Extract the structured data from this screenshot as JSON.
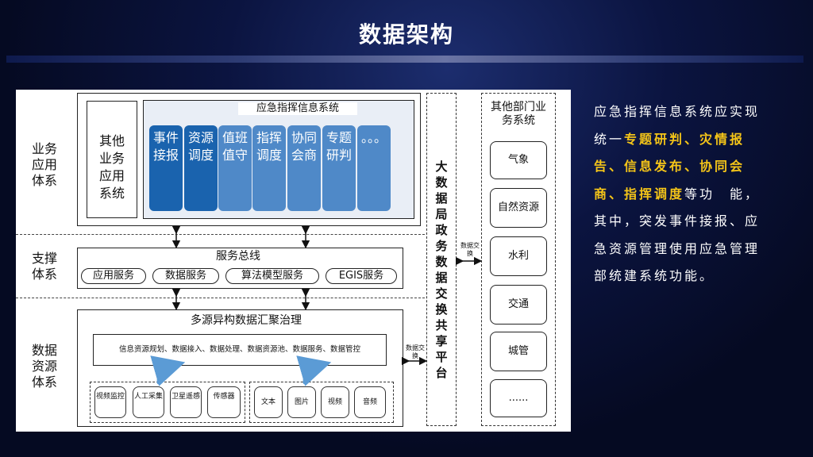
{
  "title": "数据架构",
  "diagram": {
    "layers": {
      "business": "业务应用体系",
      "support": "支撑体系",
      "data": "数据资源体系"
    },
    "other_business": "其他业务应用系统",
    "command_system": "应急指挥信息系统",
    "modules": [
      "事件接报",
      "资源调度",
      "值班值守",
      "指挥调度",
      "协同会商",
      "专题研判",
      "。。。"
    ],
    "service_bus": "服务总线",
    "services": [
      "应用服务",
      "数据服务",
      "算法模型服务",
      "EGIS服务"
    ],
    "governance": "多源异构数据汇聚治理",
    "governance_steps": "信息资源规划、数据接入、数据处理、数据资源池、数据服务、数据管控",
    "sources_left": [
      "视频监控",
      "人工采集",
      "卫星遥感",
      "传感器"
    ],
    "sources_right": [
      "文本",
      "图片",
      "视频",
      "音频"
    ],
    "data_exchange": "数据交换",
    "bigdata_platform": "大数据局政务数据交换共享平台",
    "other_departments": "其他部门业务系统",
    "departments": [
      "气象",
      "自然资源",
      "水利",
      "交通",
      "城管",
      "......"
    ]
  },
  "description": {
    "p1": "应急指挥信息系统应实现统一",
    "h1": "专题研判、灾情报告、信息发布、协同会商、指挥调度",
    "p2": "等功　能，其中，突发事件接报、应　急资源管理使用应急管理部统建系统功能。"
  },
  "colors": {
    "highlight": "#f5c518",
    "module_dark": "#1a63ae",
    "module_light": "#4f89c8",
    "background": "#060b24"
  }
}
